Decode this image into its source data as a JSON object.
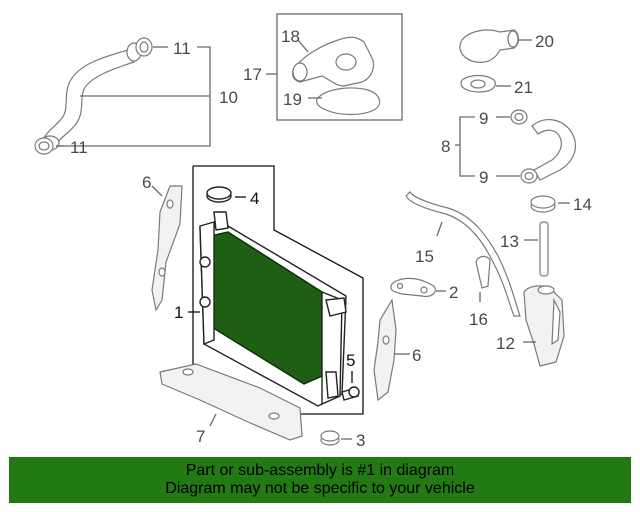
{
  "callouts": [
    {
      "id": "1",
      "text": "1"
    },
    {
      "id": "2",
      "text": "2"
    },
    {
      "id": "3",
      "text": "3"
    },
    {
      "id": "4",
      "text": "4"
    },
    {
      "id": "5",
      "text": "5"
    },
    {
      "id": "6a",
      "text": "6"
    },
    {
      "id": "6b",
      "text": "6"
    },
    {
      "id": "7",
      "text": "7"
    },
    {
      "id": "8",
      "text": "8"
    },
    {
      "id": "9a",
      "text": "9"
    },
    {
      "id": "9b",
      "text": "9"
    },
    {
      "id": "10",
      "text": "10"
    },
    {
      "id": "11a",
      "text": "11"
    },
    {
      "id": "11b",
      "text": "11"
    },
    {
      "id": "12",
      "text": "12"
    },
    {
      "id": "13",
      "text": "13"
    },
    {
      "id": "14",
      "text": "14"
    },
    {
      "id": "15",
      "text": "15"
    },
    {
      "id": "16",
      "text": "16"
    },
    {
      "id": "17",
      "text": "17"
    },
    {
      "id": "18",
      "text": "18"
    },
    {
      "id": "19",
      "text": "19"
    },
    {
      "id": "20",
      "text": "20"
    },
    {
      "id": "21",
      "text": "21"
    }
  ],
  "highlight": {
    "part": "1",
    "color": "#1f5f14"
  },
  "footer": {
    "line1": "Part or sub-assembly is #1 in diagram",
    "line2": "Diagram may not be specific to your vehicle",
    "background": "#237a14"
  }
}
